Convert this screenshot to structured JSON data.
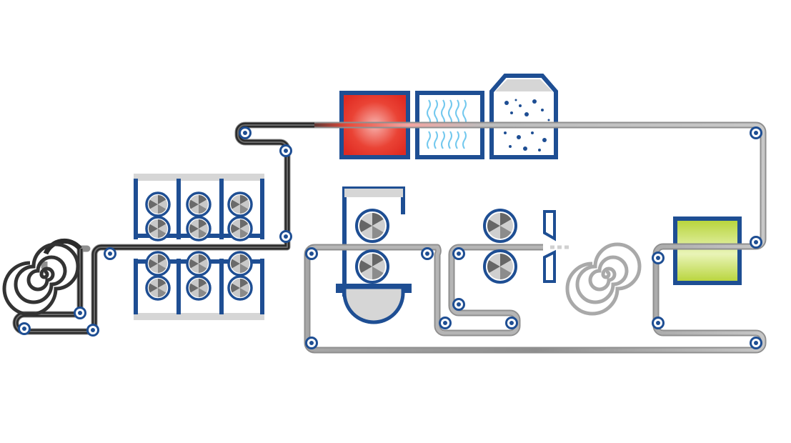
{
  "diagram": {
    "kind": "strip-processing-line",
    "colors": {
      "frame_blue": "#1e4e93",
      "roller_dark": "#666666",
      "roller_light": "#bdbdbd",
      "strip_dark": "#2a2a2a",
      "strip_light": "#c4c4c4",
      "heater_red": "#e3322b",
      "cooling_wave": "#72c8ee",
      "coating_green": "#bcd83a",
      "housing_grey": "#d6d6d6"
    },
    "stations": [
      {
        "id": "uncoiler",
        "icon": "coil-icon"
      },
      {
        "id": "roll-stand",
        "icon": "six-high-rolls-icon"
      },
      {
        "id": "furnace",
        "icon": "heating-chamber-icon"
      },
      {
        "id": "cooling",
        "icon": "cooling-chamber-icon"
      },
      {
        "id": "powder",
        "icon": "powder-hopper-icon"
      },
      {
        "id": "temper-mill",
        "icon": "two-high-rolls-icon"
      },
      {
        "id": "pinch-rolls",
        "icon": "pinch-rolls-icon"
      },
      {
        "id": "shear",
        "icon": "shear-blades-icon"
      },
      {
        "id": "recoiler",
        "icon": "coil-icon"
      },
      {
        "id": "coating",
        "icon": "coating-tank-icon"
      }
    ]
  }
}
